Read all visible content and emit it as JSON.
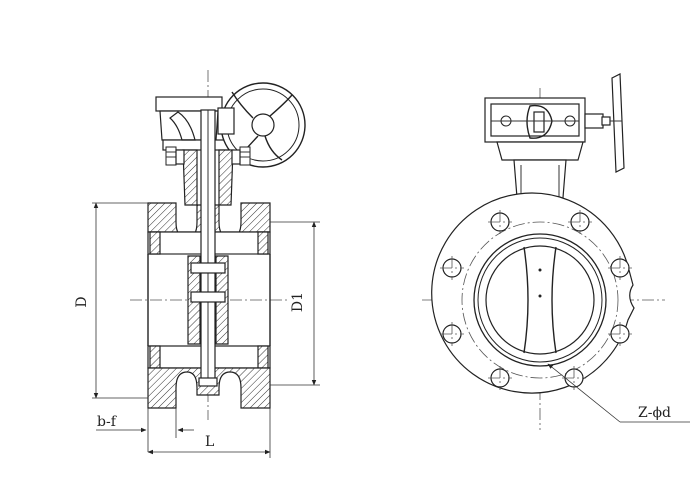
{
  "labels": {
    "D": "D",
    "D1": "D1",
    "b_f": "b-f",
    "L": "L",
    "Z_phi_d": "Z-ϕd"
  },
  "colors": {
    "line": "#222222",
    "background": "#ffffff"
  }
}
